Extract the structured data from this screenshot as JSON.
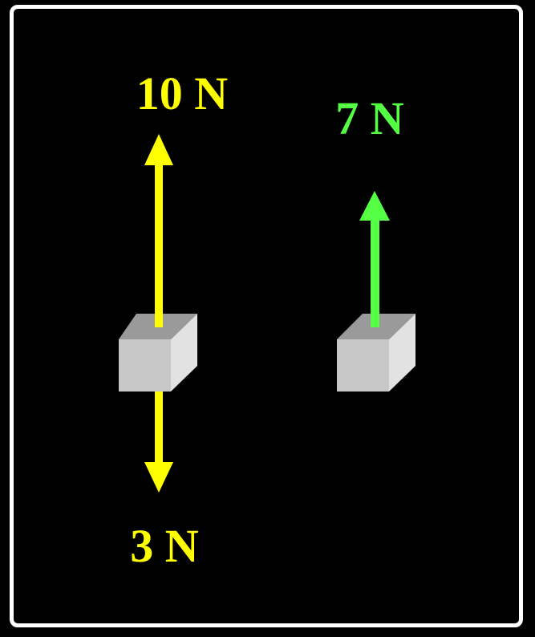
{
  "colors": {
    "background": "#000000",
    "frame": "#ffffff",
    "net_force_diagram": "#ffff00",
    "resultant_force": "#55ff44",
    "block_front": "#c8c8c8",
    "block_top": "#9a9a9a",
    "block_side": "#e2e2e2"
  },
  "forces": {
    "up_label": "10 N",
    "down_label": "3 N",
    "resultant_label": "7 N"
  }
}
